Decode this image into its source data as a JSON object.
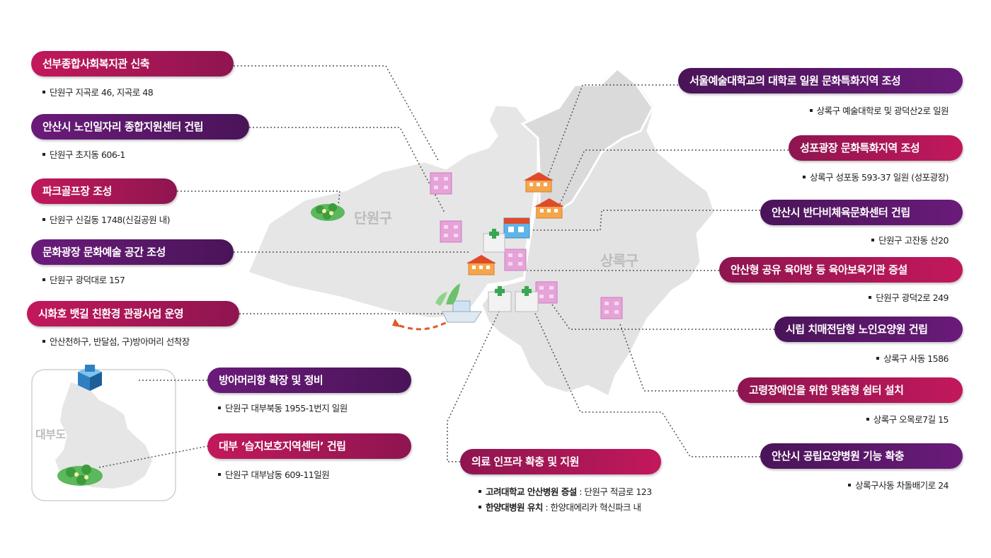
{
  "regions": {
    "danwon": "단원구",
    "sangnok": "상록구",
    "daebudo": "대부도"
  },
  "left_items": [
    {
      "title": "선부종합사회복지관 신축",
      "sub": "단원구 지곡로 46, 지곡로 48"
    },
    {
      "title": "안산시 노인일자리 종합지원센터 건립",
      "sub": "단원구 초지동 606-1"
    },
    {
      "title": "파크골프장 조성",
      "sub": "단원구 신길동 1748(신길공원 내)"
    },
    {
      "title": "문화광장 문화예술 공간 조성",
      "sub": "단원구 광덕대로 157"
    },
    {
      "title": "시화호 뱃길 친환경 관광사업 운영",
      "sub": "안산천하구, 반달섬, 구)방아머리 선착장"
    }
  ],
  "daebu_items": [
    {
      "title": "방아머리항 확장 및 정비",
      "sub": "단원구 대부북동 1955-1번지 일원"
    },
    {
      "title": "대부 ‘습지보호지역센터’ 건립",
      "sub": "단원구 대부남동 609-11일원"
    }
  ],
  "right_items": [
    {
      "title": "서울예술대학교의 대학로 일원 문화특화지역 조성",
      "sub": "상록구 예술대학로 및 광덕산2로 일원"
    },
    {
      "title": "성포광장 문화특화지역 조성",
      "sub": "상록구 성포동 593-37 일원 (성포광장)"
    },
    {
      "title": "안산시 반다비체육문화센터 건립",
      "sub": "단원구 고잔동 산20"
    },
    {
      "title": "안산형 공유 육아방 등 육아보육기관 증설",
      "sub": "단원구 광덕2로 249"
    },
    {
      "title": "시립 치매전담형 노인요양원 건립",
      "sub": "상록구 사동 1586"
    },
    {
      "title": "고령장애인을 위한 맞춤형 쉼터 설치",
      "sub": "상록구 오목로7길 15"
    },
    {
      "title": "안산시 공립요양병원 기능 확충",
      "sub": "상록구사동 차돌배기로 24"
    }
  ],
  "medical": {
    "title": "의료 인프라 확충 및 지원",
    "line1_bold": "고려대학교 안산병원 증설",
    "line1_rest": " : 단원구 적금로 123",
    "line2_bold": "한양대병원 유치",
    "line2_rest": " : 한양대에리카 혁신파크 내"
  },
  "colors": {
    "pink": "#c2185b",
    "purple": "#6a1b7a",
    "map": "#e6e6e6",
    "arrow": "#e05a2b"
  }
}
